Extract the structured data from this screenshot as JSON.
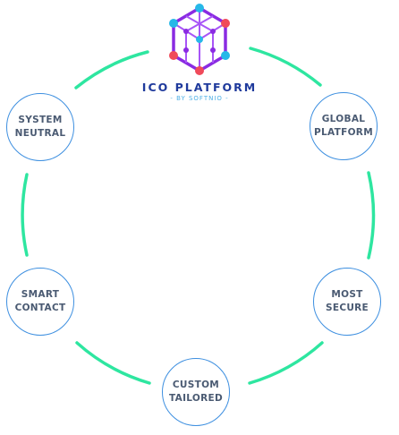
{
  "brand": {
    "title": "ICO PLATFORM",
    "subtitle": "- BY SOFTNIO -"
  },
  "nodes": {
    "system": "SYSTEM\nNEUTRAL",
    "global": "GLOBAL\nPLATFORM",
    "smart": "SMART\nCONTACT",
    "secure": "MOST\nSECURE",
    "custom": "CUSTOM\nTAILORED"
  },
  "colors": {
    "ring": "#2ee6a0",
    "node_border": "#3d8fe0",
    "label": "#4a5a72",
    "brand": "#1f3a9c",
    "logo_purple": "#8a2be2",
    "logo_red": "#f04a5a",
    "logo_cyan": "#27b8e8"
  }
}
